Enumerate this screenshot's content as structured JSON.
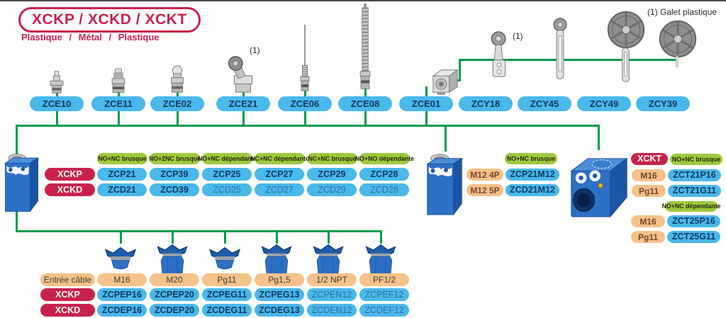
{
  "title": {
    "main": "XCKP / XCKD / XCKT",
    "subtitle": "Plastique / Métal / Plastique"
  },
  "notes": {
    "galet_plastique": "(1) Galet plastique",
    "zce21_note": "(1)",
    "zcy18_note": "(1)"
  },
  "colors": {
    "blue_pill": "#49b8eb",
    "green_label": "#9ec93d",
    "red_pill": "#c8224c",
    "orange_pill": "#f7c289",
    "connector_green": "#009c4e",
    "ref_text": "#12365e",
    "ref_text_muted": "#2f6f9c",
    "title_red": "#c8224c"
  },
  "heads": [
    {
      "id": "ZCE10",
      "icon": "plunger-icon"
    },
    {
      "id": "ZCE11",
      "icon": "booted-plunger-icon"
    },
    {
      "id": "ZCE02",
      "icon": "roller-plunger-icon"
    },
    {
      "id": "ZCE21",
      "icon": "roller-lever-head-icon",
      "note": "(1)"
    },
    {
      "id": "ZCE06",
      "icon": "rod-lever-icon"
    },
    {
      "id": "ZCE08",
      "icon": "spring-rod-icon"
    },
    {
      "id": "ZCE01",
      "icon": "rotary-head-icon"
    },
    {
      "id": "ZCY18",
      "icon": "roller-lever-arm-icon",
      "note": "(1)"
    },
    {
      "id": "ZCY45",
      "icon": "adjustable-rod-lever-icon"
    },
    {
      "id": "ZCY49",
      "icon": "large-roller-arm-icon"
    },
    {
      "id": "ZCY39",
      "icon": "large-roller-icon"
    }
  ],
  "contact_table": {
    "headers": [
      "NO+NC brusque",
      "NO+2NC brusque",
      "NO+NC dépendante",
      "NC+NC dépendante",
      "NC+NC brusque",
      "NO+NO dépendante"
    ],
    "rows": [
      {
        "label": "XCKP",
        "refs": [
          "ZCP21",
          "ZCP39",
          "ZCP25",
          "ZCP27",
          "ZCP29",
          "ZCP28"
        ],
        "muted": [
          false,
          false,
          false,
          false,
          false,
          false
        ]
      },
      {
        "label": "XCKD",
        "refs": [
          "ZCD21",
          "ZCD39",
          "ZCD25",
          "ZCD27",
          "ZCD29",
          "ZCD28"
        ],
        "muted": [
          false,
          false,
          true,
          true,
          true,
          true
        ]
      }
    ]
  },
  "m12_section": {
    "header": "NO+NC brusque",
    "rows": [
      {
        "connector": "M12 4P",
        "ref": "ZCP21M12"
      },
      {
        "connector": "M12 5P",
        "ref": "ZCD21M12"
      }
    ]
  },
  "xckt_section": {
    "label": "XCKT",
    "groups": [
      {
        "header": "NO+NC brusque",
        "rows": [
          {
            "entry": "M16",
            "ref": "ZCT21P16"
          },
          {
            "entry": "Pg11",
            "ref": "ZCT21G11"
          }
        ]
      },
      {
        "header": "NO+NC dépendante",
        "rows": [
          {
            "entry": "M16",
            "ref": "ZCT25P16"
          },
          {
            "entry": "Pg11",
            "ref": "ZCT25G11"
          }
        ]
      }
    ]
  },
  "cable_table": {
    "row_label": "Entrée câble",
    "headers": [
      "M16",
      "M20",
      "Pg11",
      "Pg1,5",
      "1/2 NPT",
      "PF1/2"
    ],
    "rows": [
      {
        "label": "XCKP",
        "refs": [
          "ZCPEP16",
          "ZCPEP20",
          "ZCPEG11",
          "ZCPEG13",
          "ZCPEN12",
          "ZCPEF12"
        ],
        "muted": [
          false,
          false,
          false,
          false,
          true,
          true
        ]
      },
      {
        "label": "XCKD",
        "refs": [
          "ZCDEP16",
          "ZCDEP20",
          "ZCDEG11",
          "ZCDEG13",
          "ZCDEN12",
          "ZCDEF12"
        ],
        "muted": [
          false,
          false,
          false,
          false,
          true,
          true
        ]
      }
    ]
  }
}
